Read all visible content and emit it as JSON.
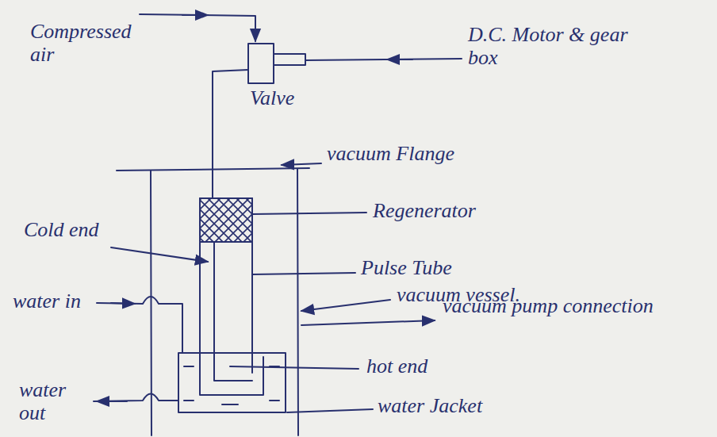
{
  "diagram": {
    "labels": [
      "Compressed air",
      "D.C. Motor & gear box",
      "Valve",
      "vacuum Flange",
      "Regenerator",
      "Cold end",
      "Pulse Tube",
      "vacuum vessel.",
      "vacuum pump connection",
      "water in",
      "hot end",
      "water out",
      "water Jacket"
    ]
  }
}
